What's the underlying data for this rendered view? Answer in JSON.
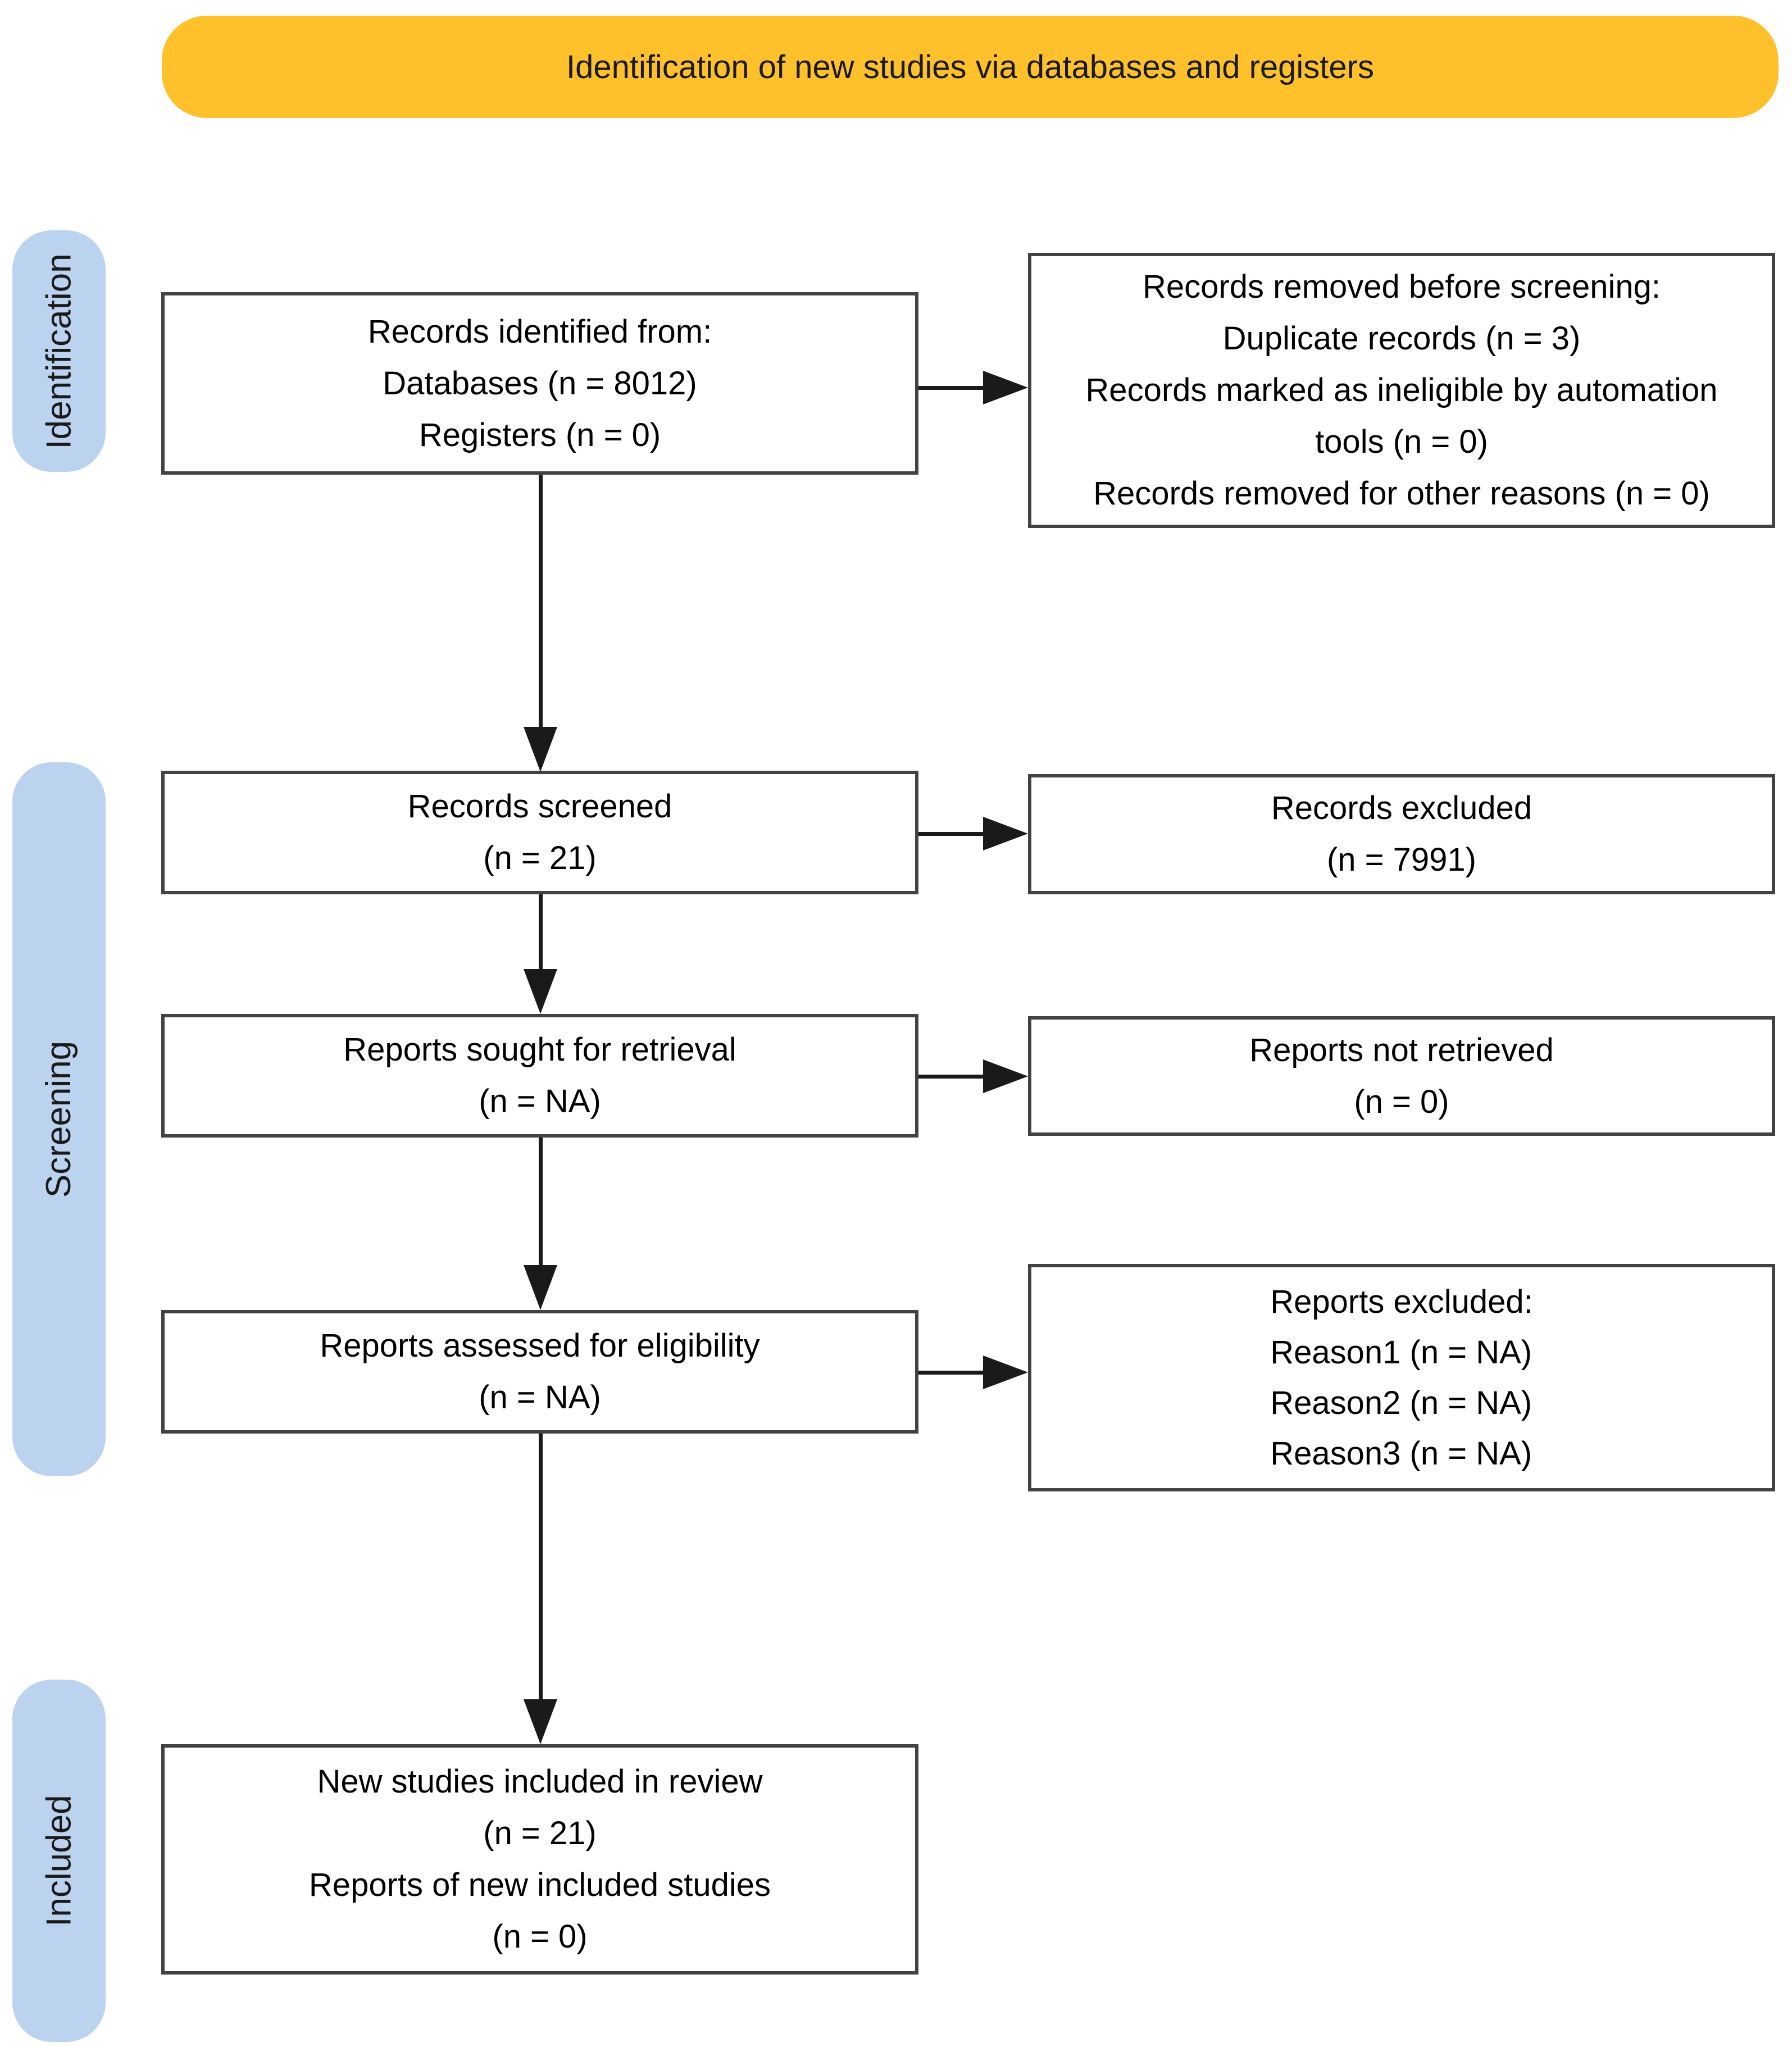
{
  "title": "PRISMA flow diagram",
  "colors": {
    "banner_bg": "#FEC02B",
    "stage_bg": "#BCD3EF",
    "box_border": "#424242",
    "arrow": "#1A1A1A"
  },
  "banner": {
    "label": "Identification of new studies via databases and registers"
  },
  "stages": {
    "identification": {
      "label": "Identification"
    },
    "screening": {
      "label": "Screening"
    },
    "included": {
      "label": "Included"
    }
  },
  "boxes": {
    "identified": {
      "lines": [
        "Records identified from:",
        "Databases (n = 8012)",
        "Registers (n = 0)"
      ]
    },
    "removed": {
      "lines": [
        "Records removed before screening:",
        "Duplicate records (n = 3)",
        "Records marked as ineligible by automation",
        "tools (n = 0)",
        "Records removed for other reasons (n = 0)"
      ]
    },
    "screened": {
      "lines": [
        "Records screened",
        "(n = 21)"
      ]
    },
    "records_excluded": {
      "lines": [
        "Records excluded",
        "(n = 7991)"
      ]
    },
    "sought": {
      "lines": [
        "Reports sought for retrieval",
        "(n = NA)"
      ]
    },
    "not_retrieved": {
      "lines": [
        "Reports not retrieved",
        "(n = 0)"
      ]
    },
    "assessed": {
      "lines": [
        "Reports assessed for eligibility",
        "(n = NA)"
      ]
    },
    "reports_excluded": {
      "lines": [
        "Reports excluded:",
        "Reason1 (n = NA)",
        "Reason2 (n = NA)",
        "Reason3 (n = NA)"
      ]
    },
    "included_review": {
      "lines": [
        "New studies included in review",
        "(n = 21)",
        "Reports of new included studies",
        "(n = 0)"
      ]
    }
  }
}
